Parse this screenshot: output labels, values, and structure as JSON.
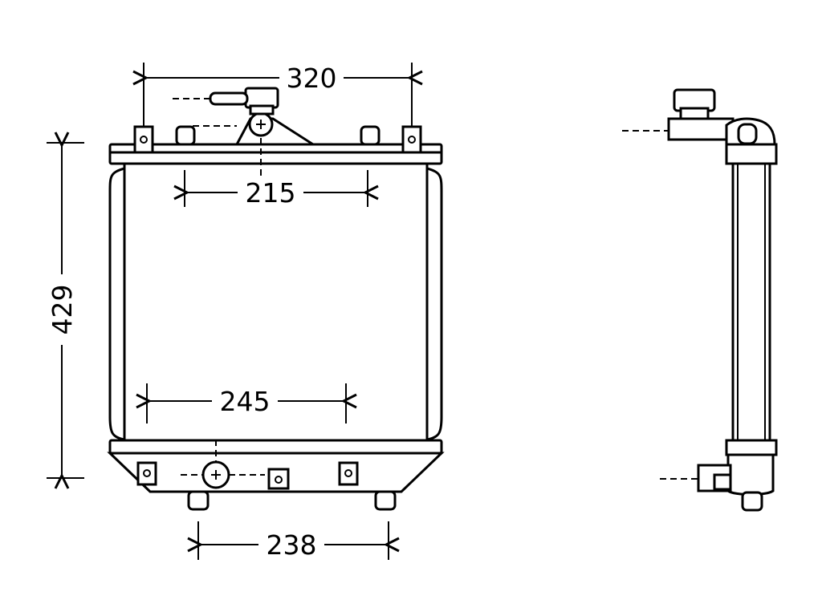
{
  "dimensions": {
    "top_width": "320",
    "core_width": "215",
    "inner_width": "245",
    "outlet_spacing": "238",
    "height": "429"
  },
  "icons": {
    "front_view": "radiator-front-view",
    "side_view": "radiator-side-view"
  },
  "colors": {
    "line": "#000000",
    "background": "#ffffff"
  }
}
